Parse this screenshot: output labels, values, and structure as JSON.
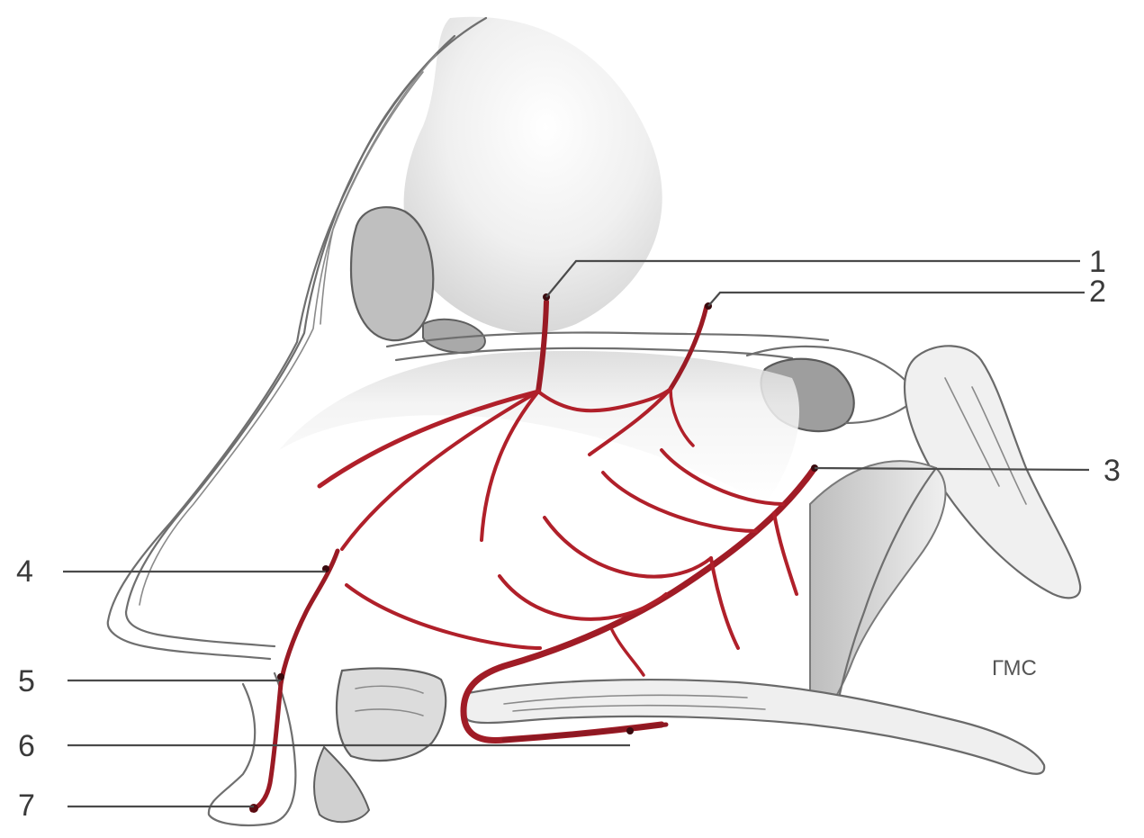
{
  "labels": {
    "l1": "1",
    "l2": "2",
    "l3": "3",
    "l4": "4",
    "l5": "5",
    "l6": "6",
    "l7": "7",
    "region": "ГМС"
  },
  "colors": {
    "artery": "#b0202a",
    "artery_dark": "#7a1018",
    "outline": "#6f6f6f",
    "shade": "#d6d6d6",
    "background": "#ffffff"
  }
}
